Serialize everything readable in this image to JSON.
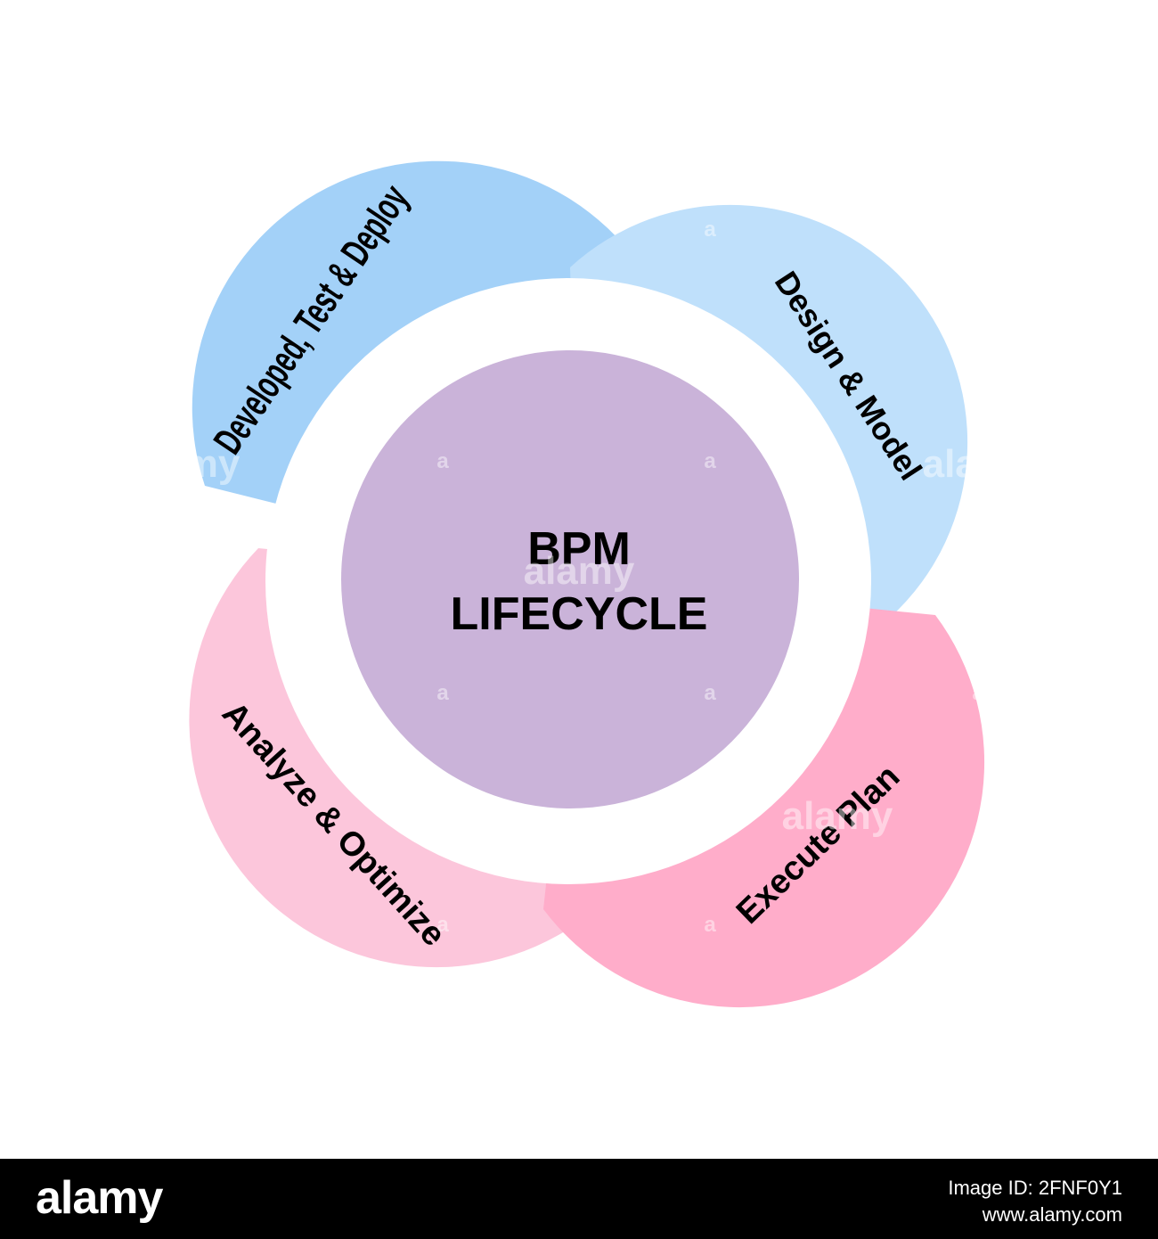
{
  "diagram": {
    "center": {
      "line1": "BPM",
      "line2": "LIFECYCLE",
      "color": "#cab3d9"
    },
    "ring_color": "#ffffff",
    "petals": [
      {
        "id": "top-left",
        "label": "Developed, Test & Deploy",
        "color": "#a3d1f8"
      },
      {
        "id": "top-right",
        "label": "Design & Model",
        "color": "#bfe0fb"
      },
      {
        "id": "bottom-left",
        "label": "Analyze & Optimize",
        "color": "#fcc6db"
      },
      {
        "id": "bottom-right",
        "label": "Execute Plan",
        "color": "#ffadca"
      }
    ]
  },
  "watermark": {
    "text": "alamy",
    "glyph": "a"
  },
  "footer": {
    "logo": "alamy",
    "image_id_line": "Image ID: 2FNF0Y1",
    "url": "www.alamy.com"
  }
}
